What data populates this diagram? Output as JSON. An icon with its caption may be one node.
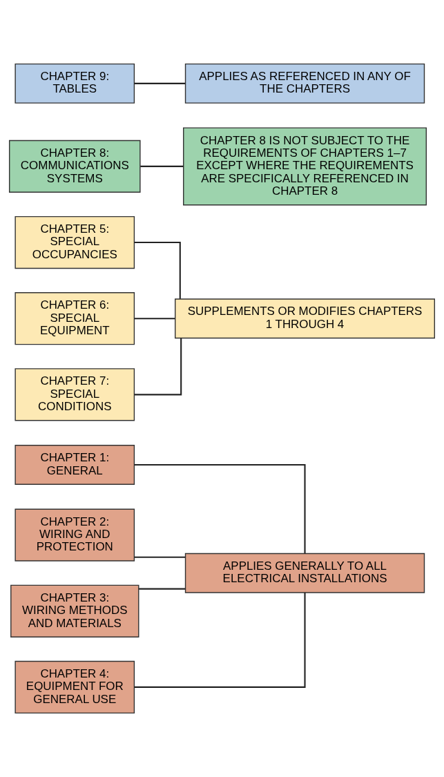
{
  "diagram": {
    "nodes": [
      {
        "text": [
          "CHAPTER 1: GENERAL"
        ]
      },
      {
        "text": [
          "CHAPTER 2: WIRING AND PROTECTION"
        ]
      },
      {
        "text": [
          "CHAPTER 3: WIRING METHODS AND MATERIALS"
        ]
      },
      {
        "text": [
          "CHAPTER 4: EQUIPMENT FOR GENERAL USE"
        ]
      },
      {
        "text": [
          "APPLIES GENERALLY TO ALL ELECTRICAL INSTALLATIONS"
        ]
      },
      {
        "text": [
          "CHAPTER 5: SPECIAL OCCUPANCIES"
        ]
      },
      {
        "text": [
          "CHAPTER 6: SPECIAL EQUIPMENT"
        ]
      },
      {
        "text": [
          "CHAPTER 7: SPECIAL CONDITIONS"
        ]
      },
      {
        "text": [
          "SUPPLEMENTS OR MODIFIES CHAPTERS 1 THROUGH 4"
        ]
      },
      {
        "text": [
          "CHAPTER 8: COMMUNICATIONS SYSTEMS"
        ]
      },
      {
        "text": [
          "CHAPTER 8 IS NOT SUBJECT TO THE REQUIREMENTS OF CHAPTERS 1–7 EXCEPT WHERE THE REQUIREMENTS ARE SPECIFICALLY REFERENCED IN CHAPTER 8"
        ]
      },
      {
        "text": [
          "CHAPTER 9: TABLES"
        ]
      },
      {
        "text": [
          "APPLIES AS REFERENCED IN ANY OF THE CHAPTERS"
        ]
      }
    ],
    "edges": [
      {
        "from": 0,
        "to": 4,
        "arrow": "none"
      },
      {
        "from": 1,
        "to": 4,
        "arrow": "none"
      },
      {
        "from": 2,
        "to": 4,
        "arrow": "none"
      },
      {
        "from": 3,
        "to": 4,
        "arrow": "none"
      },
      {
        "from": 5,
        "to": 8,
        "arrow": "none"
      },
      {
        "from": 6,
        "to": 8,
        "arrow": "none"
      },
      {
        "from": 7,
        "to": 8,
        "arrow": "none"
      },
      {
        "from": 9,
        "to": 10,
        "arrow": "none"
      },
      {
        "from": 11,
        "to": 12,
        "arrow": "none"
      }
    ]
  }
}
